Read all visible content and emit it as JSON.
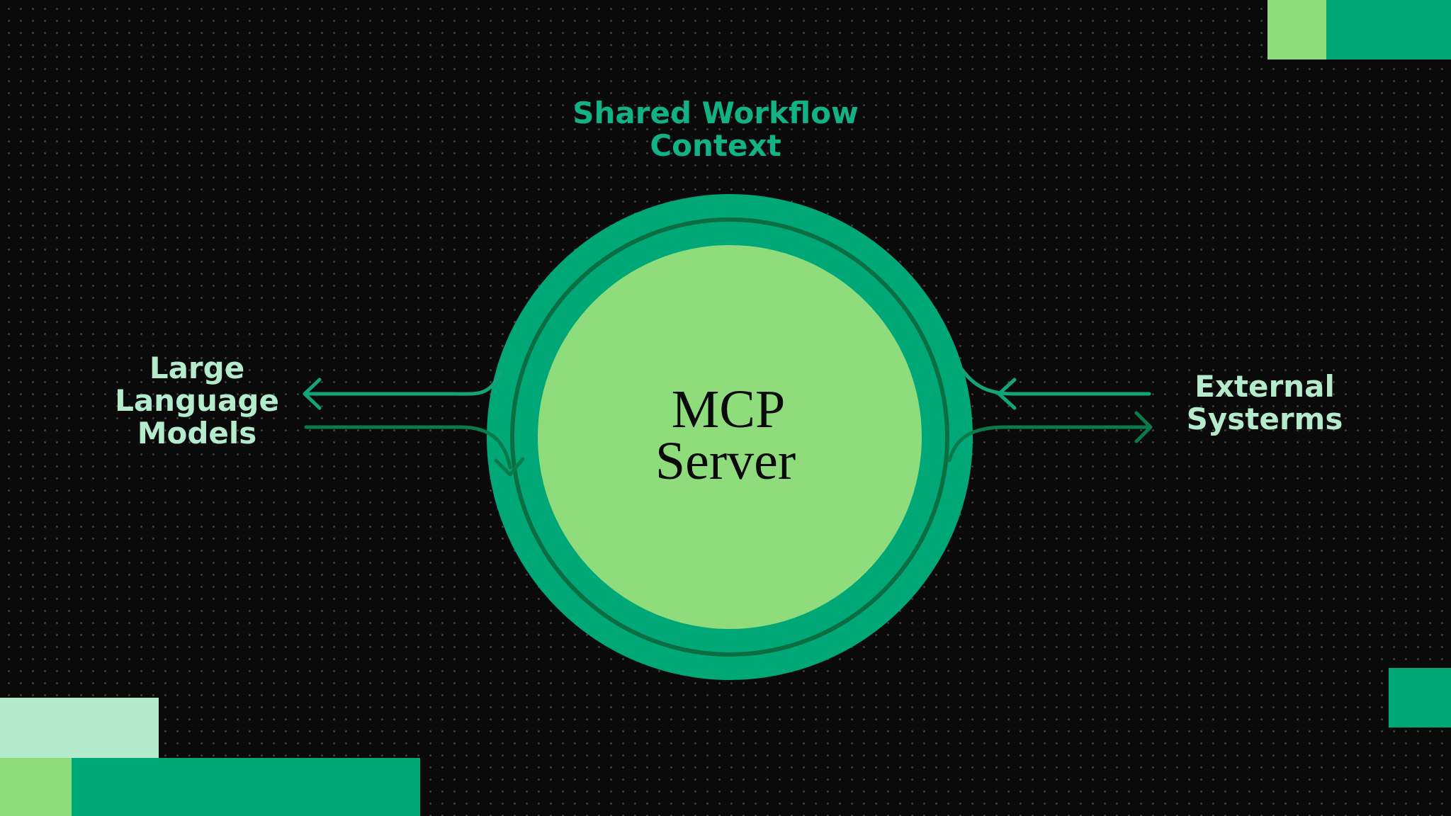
{
  "labels": {
    "top": "Shared Workflow\nContext",
    "left": "Large\nLanguage\nModels",
    "right": "External\nSysterms"
  },
  "server": {
    "line1": "MCP",
    "line2": "Server"
  },
  "colors": {
    "background": "#0a0a0a",
    "dots": "#3a3a3a",
    "ring_outer": "#00a878",
    "ring_line": "#0b6e43",
    "core": "#8fdc7c",
    "server_text": "#0a0a0a",
    "label_top": "#11b283",
    "label_side": "#b4ebcc",
    "arrow_in": "#13a578",
    "arrow_out": "#0b7a4a",
    "accent_teal": "#00a878",
    "accent_lime": "#8fdc7c",
    "accent_mint": "#b4ebcc"
  }
}
